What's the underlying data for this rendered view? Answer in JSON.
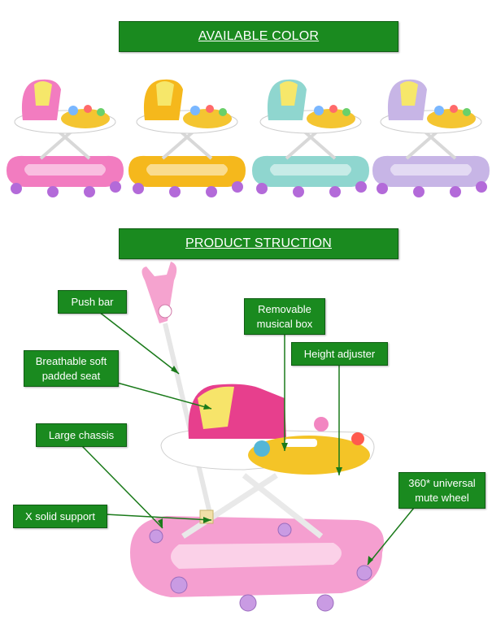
{
  "headers": {
    "available_color": "AVAILABLE COLOR",
    "product_structure": "PRODUCT STRUCTION"
  },
  "colors": {
    "banner": "#1a8a1f",
    "leader_line": "#1a7a1a",
    "variants": [
      "#f27cc0",
      "#f5b81c",
      "#8fd6cf",
      "#c7b5e6"
    ]
  },
  "callouts": {
    "push_bar": "Push bar",
    "removable_music_box": "Removable\nmusical box",
    "breathable_seat": "Breathable soft\npadded seat",
    "height_adjuster": "Height adjuster",
    "large_chassis": "Large chassis",
    "universal_wheel": "360* universal\nmute wheel",
    "x_support": "X solid support"
  }
}
